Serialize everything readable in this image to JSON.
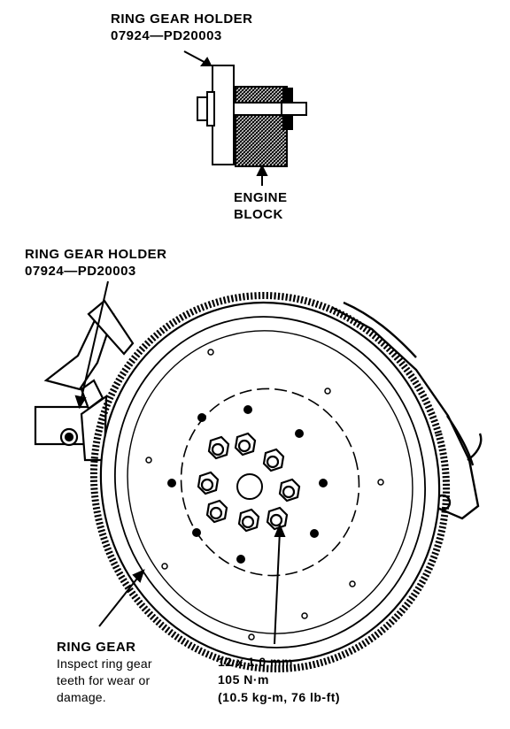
{
  "top_callout": {
    "title": "RING GEAR HOLDER",
    "part_number": "07924—PD20003"
  },
  "engine_block_callout": {
    "line1": "ENGINE",
    "line2": "BLOCK"
  },
  "left_callout": {
    "title": "RING GEAR HOLDER",
    "part_number": "07924—PD20003"
  },
  "ring_gear_callout": {
    "title": "RING GEAR",
    "line1": "Inspect ring gear",
    "line2": "teeth for wear or",
    "line3": "damage."
  },
  "bolt_spec_callout": {
    "line1": "12 x 1.0 mm",
    "line2": "105 N·m",
    "line3": "(10.5 kg-m, 76 lb-ft)"
  },
  "colors": {
    "ink": "#000000",
    "paper": "#ffffff"
  }
}
